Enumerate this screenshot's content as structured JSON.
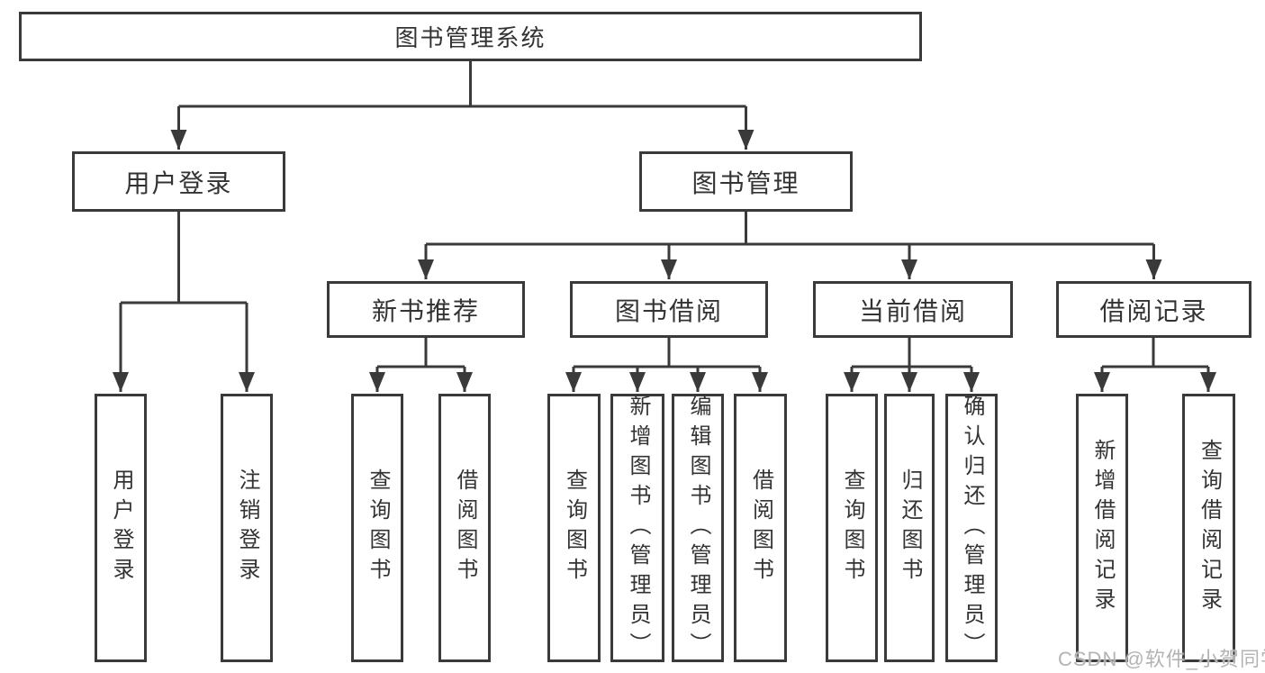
{
  "tree": {
    "root": "图书管理系统",
    "login": {
      "label": "用户登录",
      "children": {
        "login": "用户登录",
        "logout": "注销登录"
      }
    },
    "mgmt": {
      "label": "图书管理",
      "new_books": {
        "label": "新书推荐",
        "children": {
          "query": "查询图书",
          "borrow": "借阅图书"
        }
      },
      "book_borrow": {
        "label": "图书借阅",
        "children": {
          "query": "查询图书",
          "add": "新增图书（管理员）",
          "edit": "编辑图书（管理员）",
          "borrow": "借阅图书"
        }
      },
      "current_borrow": {
        "label": "当前借阅",
        "children": {
          "query": "查询图书",
          "return": "归还图书",
          "confirm": "确认归还（管理员）"
        }
      },
      "borrow_records": {
        "label": "借阅记录",
        "children": {
          "add": "新增借阅记录",
          "query": "查询借阅记录"
        }
      }
    }
  },
  "watermark": "CSDN @软件_小贺同学",
  "colors": {
    "line": "#3a3a3a",
    "text": "#333333",
    "watermark": "#b3b3b3"
  }
}
